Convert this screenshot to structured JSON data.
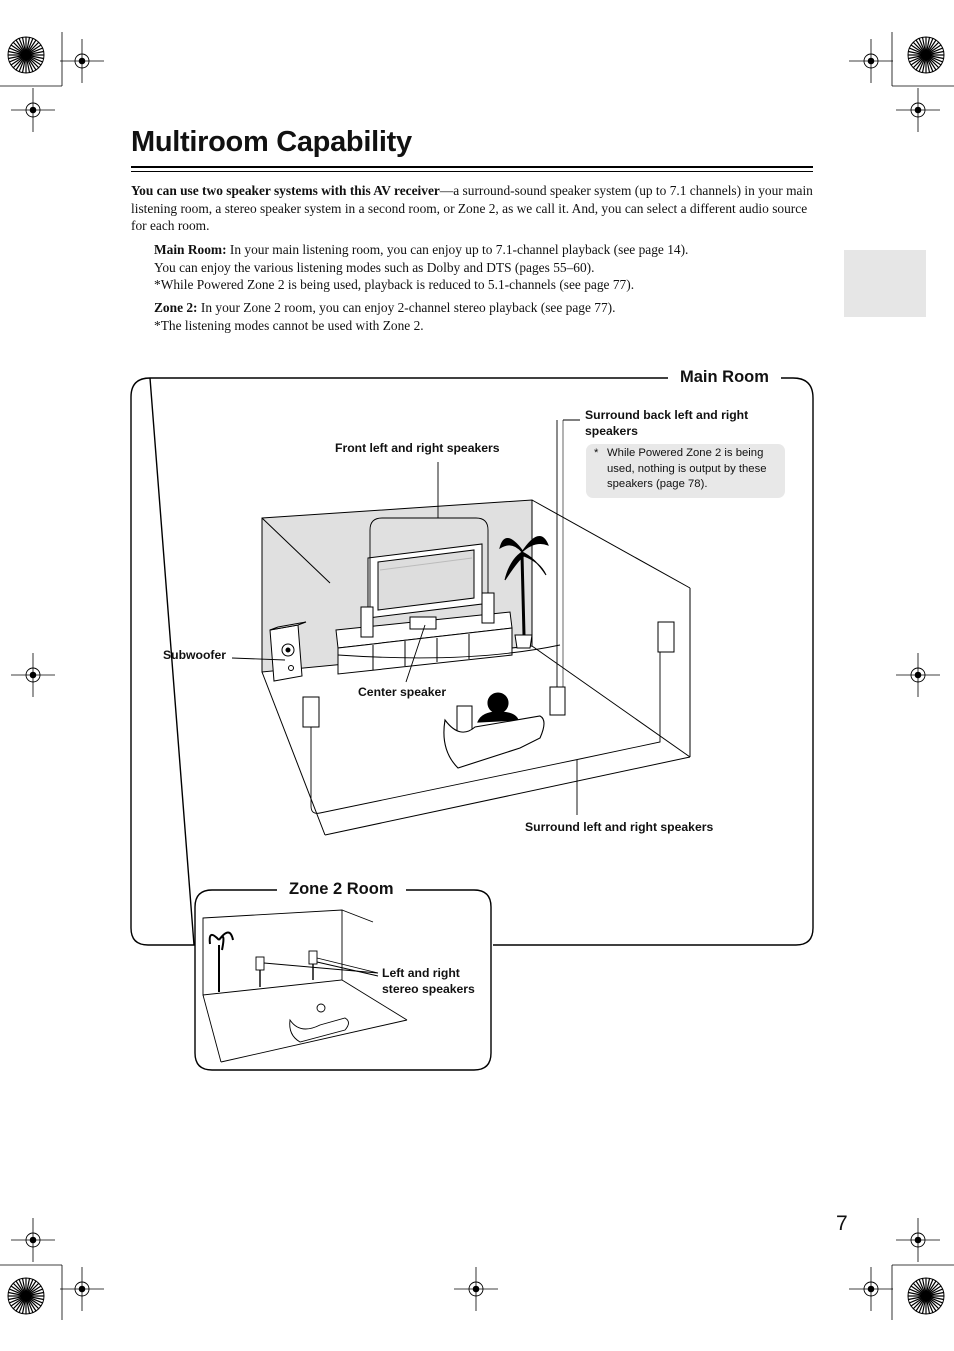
{
  "page": {
    "title": "Multiroom Capability",
    "intro_bold": "You can use two speaker systems with this AV receiver",
    "intro_rest": "—a surround-sound speaker system (up to 7.1 channels) in your main listening room, a stereo speaker system in a second room, or Zone 2, as we call it. And, you can select a different audio source for each room.",
    "main_room_label": "Main Room:",
    "main_room_line1": "In your main listening room, you can enjoy up to 7.1-channel playback (see page 14).",
    "main_room_line2": "You can enjoy the various listening modes such as Dolby and DTS (pages 55–60).",
    "main_room_line3": "*While Powered Zone 2 is being used, playback is reduced to 5.1-channels (see page 77).",
    "zone2_label": "Zone 2:",
    "zone2_line1": "In your Zone 2 room, you can enjoy 2-channel stereo playback (see page 77).",
    "zone2_line2": "*The listening modes cannot be used with Zone 2.",
    "page_number": "7"
  },
  "diagram": {
    "main_room_title": "Main Room",
    "zone2_title": "Zone 2 Room",
    "front_speakers": "Front left and right speakers",
    "surround_back_line1": "Surround back left and right",
    "surround_back_line2": "speakers",
    "note_star": "*",
    "note_line1": "While Powered Zone 2 is being",
    "note_line2": "used, nothing is output by these",
    "note_line3": "speakers (page 78).",
    "subwoofer": "Subwoofer",
    "center_speaker": "Center speaker",
    "surround_speakers": "Surround left and right speakers",
    "zone2_speakers_line1": "Left and right",
    "zone2_speakers_line2": "stereo speakers"
  }
}
